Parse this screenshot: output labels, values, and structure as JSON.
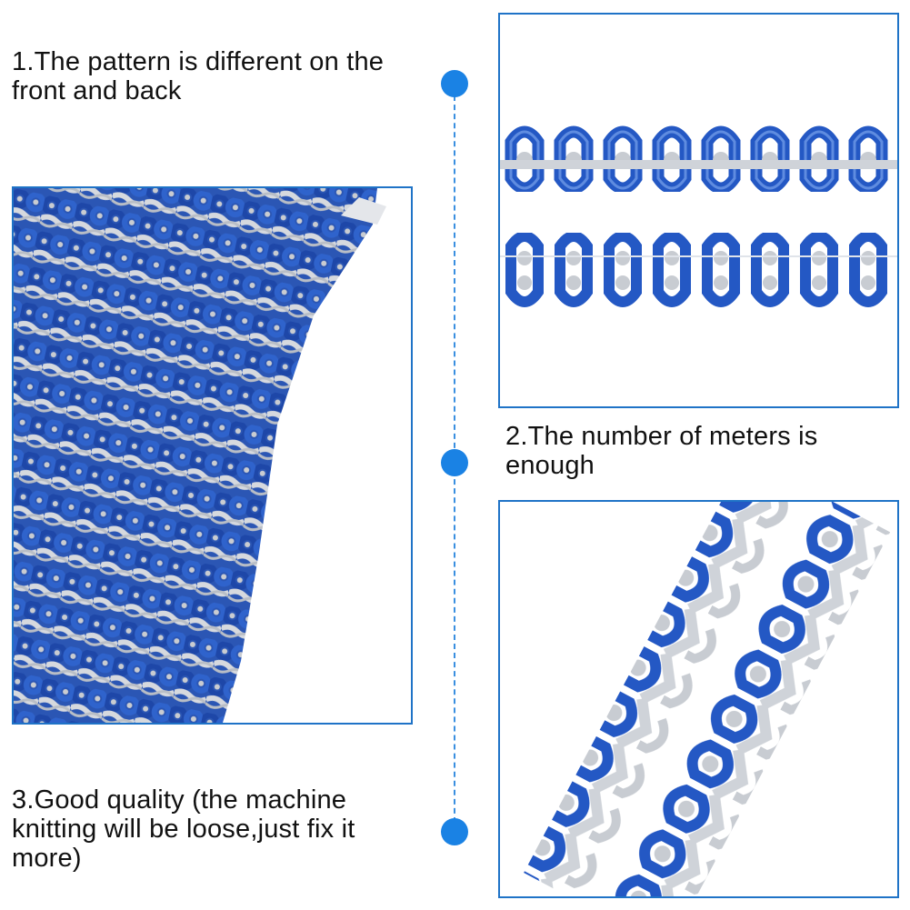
{
  "captions": {
    "c1": [
      "1.The pattern is different on the",
      "front and back"
    ],
    "c2": [
      "2.The number of meters is",
      "enough"
    ],
    "c3": [
      "3.Good quality (the machine",
      "knitting will be loose,just fix it",
      "more)"
    ]
  },
  "colors": {
    "accent": "#1a82e4",
    "frame": "#1f73c7",
    "braid_blue": "#2458c4",
    "braid_silver": "#c8ccd2"
  }
}
